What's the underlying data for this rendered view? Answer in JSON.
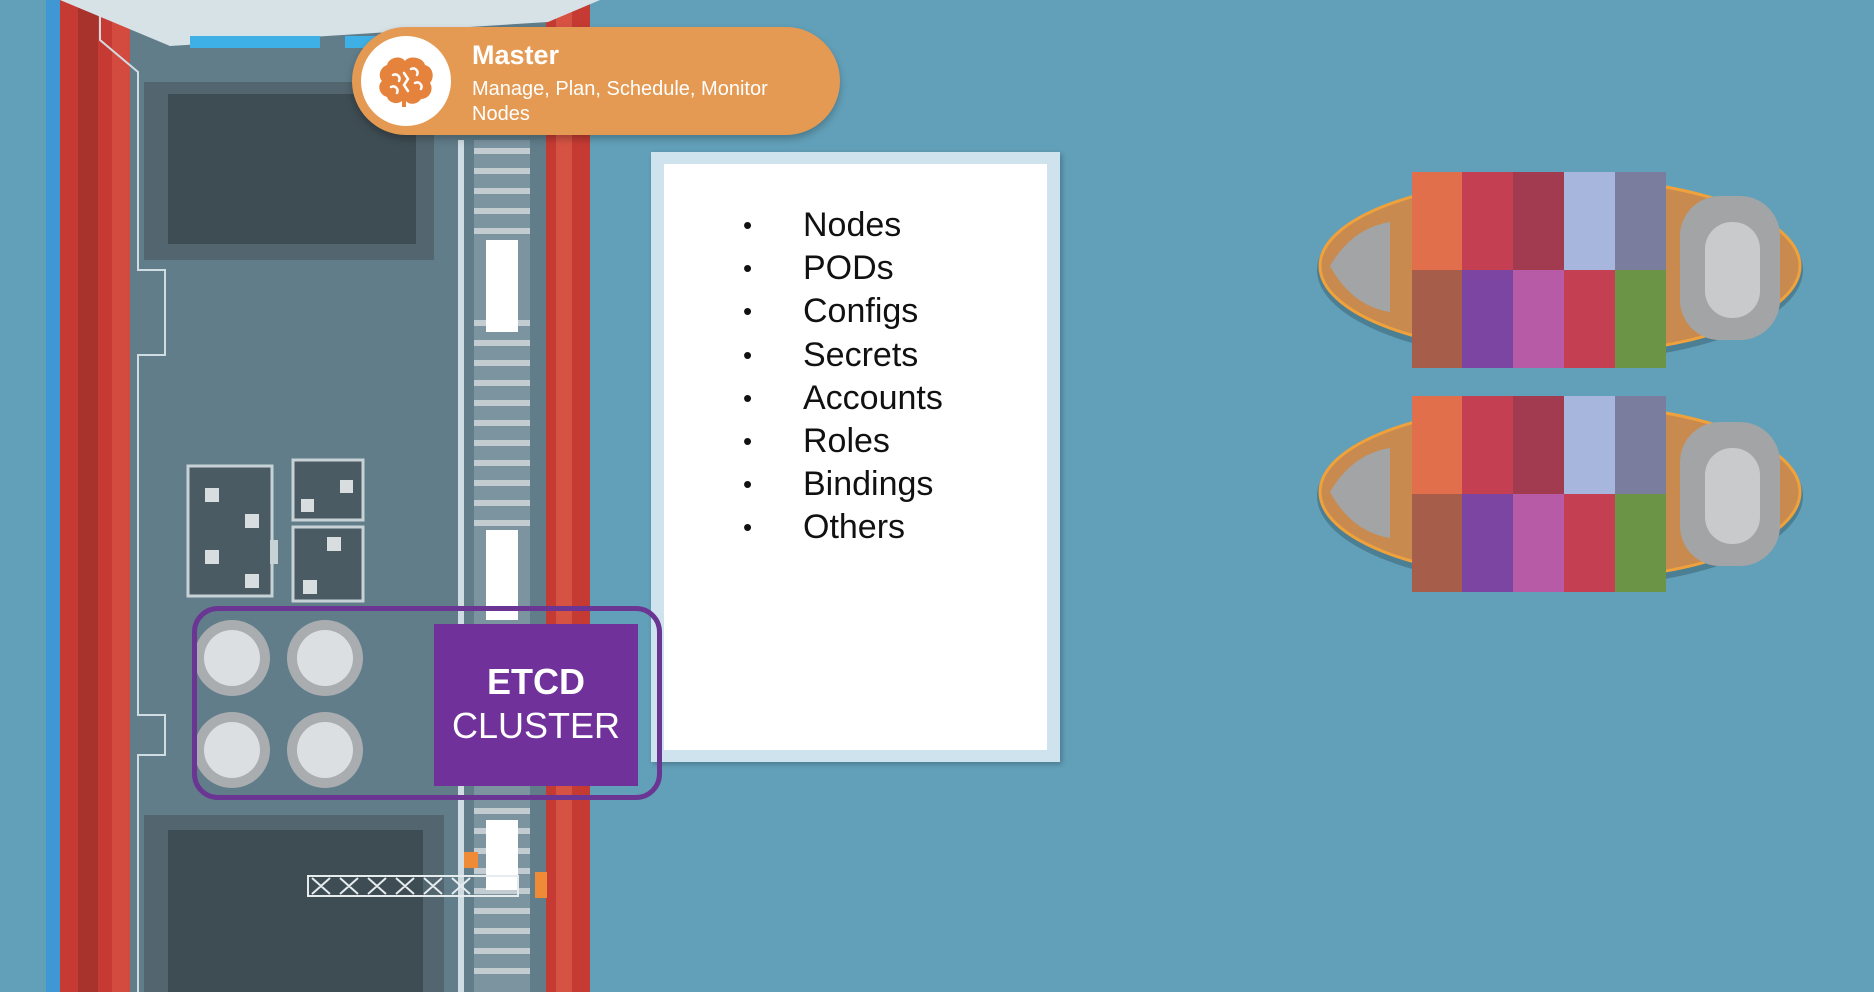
{
  "master": {
    "title": "Master",
    "description": "Manage, Plan, Schedule, Monitor Nodes",
    "icon": "brain-icon"
  },
  "info_box": {
    "items": [
      "Nodes",
      "PODs",
      "Configs",
      "Secrets",
      "Accounts",
      "Roles",
      "Bindings",
      "Others"
    ]
  },
  "etcd": {
    "line1": "ETCD",
    "line2": "CLUSTER"
  },
  "colors": {
    "sea": "#62a0b9",
    "master_orange": "#e59a53",
    "etcd_purple": "#70319a",
    "ship_red": "#c8423a"
  }
}
